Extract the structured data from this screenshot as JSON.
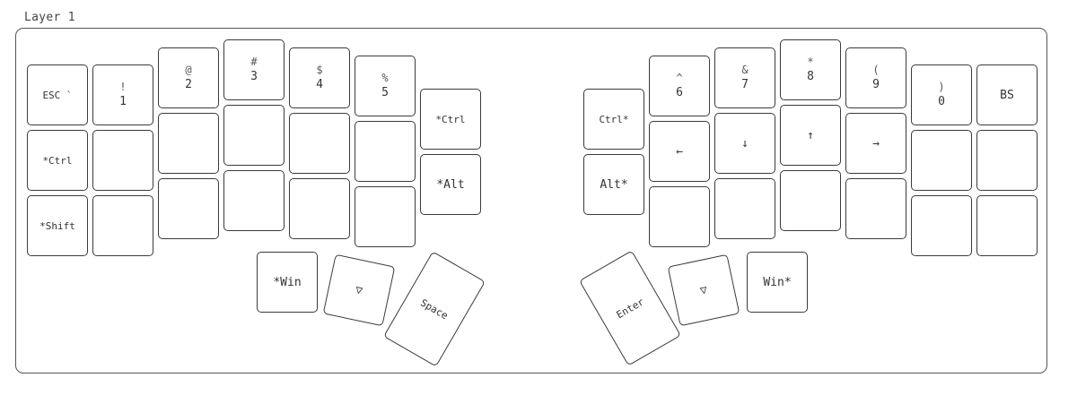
{
  "layer_title": "Layer 1",
  "keys": {
    "esc": {
      "main": "ESC `"
    },
    "k1": {
      "shift": "!",
      "main": "1"
    },
    "k2": {
      "shift": "@",
      "main": "2"
    },
    "k3": {
      "shift": "#",
      "main": "3"
    },
    "k4": {
      "shift": "$",
      "main": "4"
    },
    "k5": {
      "shift": "%",
      "main": "5"
    },
    "lctrl_inner": {
      "main": "*Ctrl"
    },
    "lctrl": {
      "main": "*Ctrl"
    },
    "lalt": {
      "main": "*Alt"
    },
    "lshift": {
      "main": "*Shift"
    },
    "rctrl": {
      "main": "Ctrl*"
    },
    "ralt": {
      "main": "Alt*"
    },
    "k6": {
      "shift": "^",
      "main": "6"
    },
    "k7": {
      "shift": "&",
      "main": "7"
    },
    "k8": {
      "shift": "*",
      "main": "8"
    },
    "k9": {
      "shift": "(",
      "main": "9"
    },
    "k0": {
      "shift": ")",
      "main": "0"
    },
    "bs": {
      "main": "BS"
    },
    "left": {
      "main": "←"
    },
    "down": {
      "main": "↓"
    },
    "up": {
      "main": "↑"
    },
    "right": {
      "main": "→"
    }
  },
  "thumbs": {
    "lwin": "*Win",
    "ltri": "▽",
    "space": "Space",
    "enter": "Enter",
    "rtri": "▽",
    "rwin": "Win*"
  }
}
